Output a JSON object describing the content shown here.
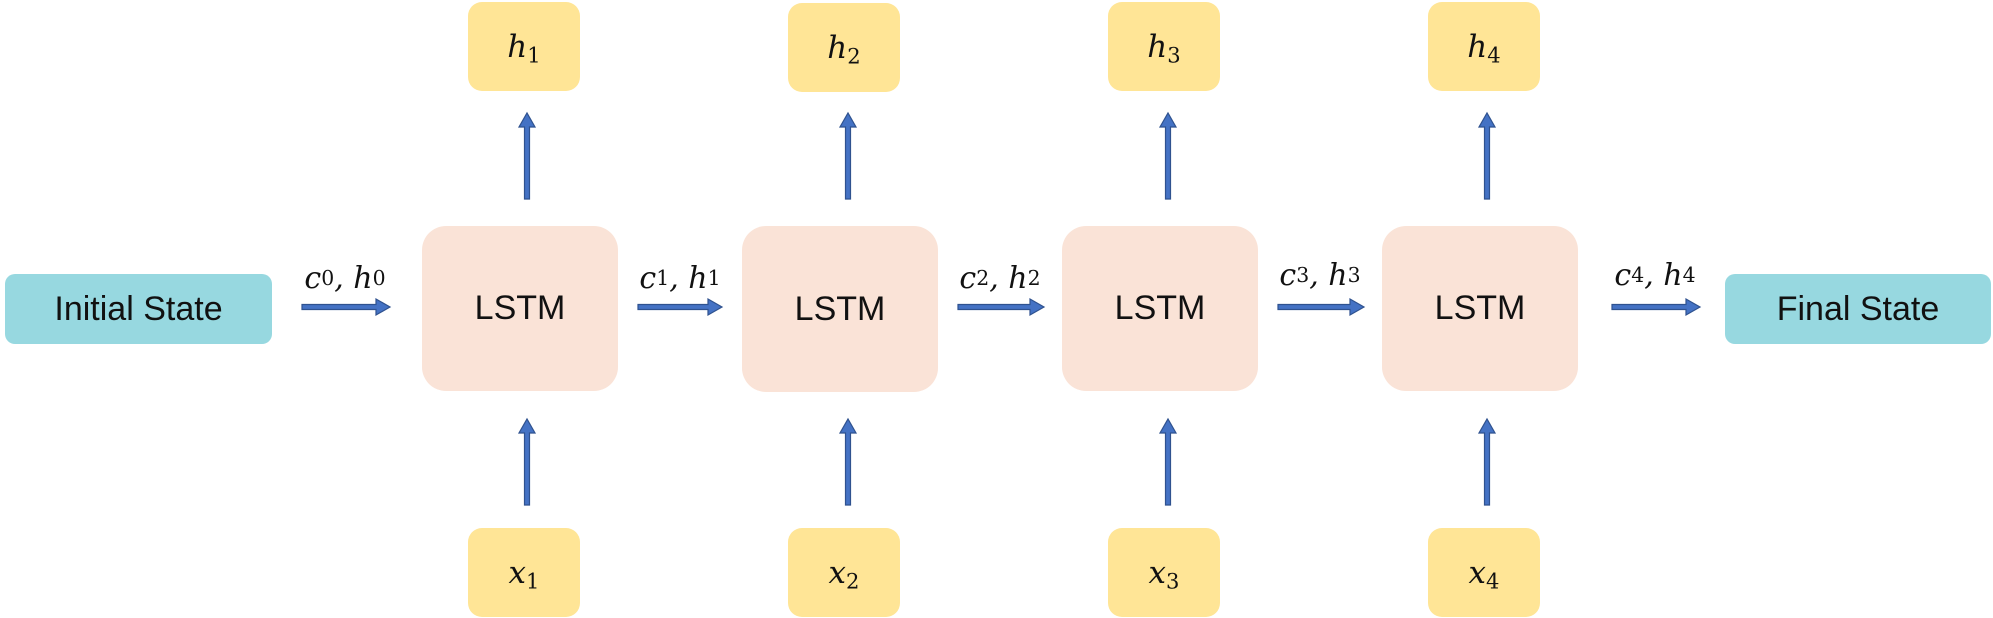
{
  "diagram": {
    "initial_state": "Initial State",
    "final_state": "Final State",
    "cells": [
      {
        "label": "LSTM",
        "input": {
          "var": "x",
          "sub": "1"
        },
        "output": {
          "var": "h",
          "sub": "1"
        }
      },
      {
        "label": "LSTM",
        "input": {
          "var": "x",
          "sub": "2"
        },
        "output": {
          "var": "h",
          "sub": "2"
        }
      },
      {
        "label": "LSTM",
        "input": {
          "var": "x",
          "sub": "3"
        },
        "output": {
          "var": "h",
          "sub": "3"
        }
      },
      {
        "label": "LSTM",
        "input": {
          "var": "x",
          "sub": "4"
        },
        "output": {
          "var": "h",
          "sub": "4"
        }
      }
    ],
    "transitions": [
      {
        "c": "c",
        "c_sub": "0",
        "sep": ",",
        "h": "h",
        "h_sub": "0"
      },
      {
        "c": "c",
        "c_sub": "1",
        "sep": ",",
        "h": "h",
        "h_sub": "1"
      },
      {
        "c": "c",
        "c_sub": "2",
        "sep": ",",
        "h": "h",
        "h_sub": "2"
      },
      {
        "c": "c",
        "c_sub": "3",
        "sep": ",",
        "h": "h",
        "h_sub": "3"
      },
      {
        "c": "c",
        "c_sub": "4",
        "sep": ",",
        "h": "h",
        "h_sub": "4"
      }
    ]
  },
  "colors": {
    "state_fill": "#97d8e0",
    "lstm_fill": "#fae3d7",
    "io_fill": "#ffe596",
    "arrow_fill": "#4472c4",
    "arrow_stroke": "#2f528f"
  }
}
